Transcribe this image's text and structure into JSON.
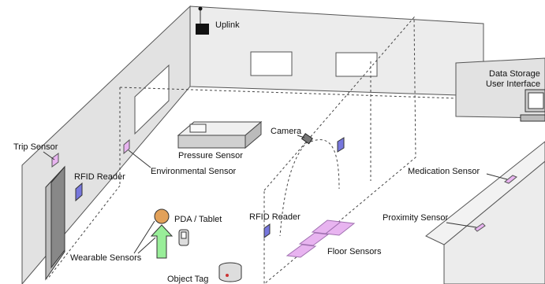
{
  "labels": {
    "uplink": "Uplink",
    "trip_sensor": "Trip Sensor",
    "rfid_reader_wall": "RFID Reader",
    "environmental_sensor": "Environmental Sensor",
    "pressure_sensor": "Pressure Sensor",
    "camera": "Camera",
    "data_storage": "Data Storage",
    "user_interface": "User Interface",
    "medication_sensor": "Medication Sensor",
    "proximity_sensor": "Proximity Sensor",
    "pda_tablet": "PDA / Tablet",
    "rfid_reader_floor": "RFID Reader",
    "floor_sensors": "Floor Sensors",
    "wearable_sensors": "Wearable Sensors",
    "object_tag": "Object Tag"
  },
  "colors": {
    "sensor_violet": "#7777dd",
    "sensor_pink": "#e8b4f0",
    "person_head": "#e2a15a",
    "person_body": "#99ee99",
    "wall_gray": "#e2e2e2"
  }
}
